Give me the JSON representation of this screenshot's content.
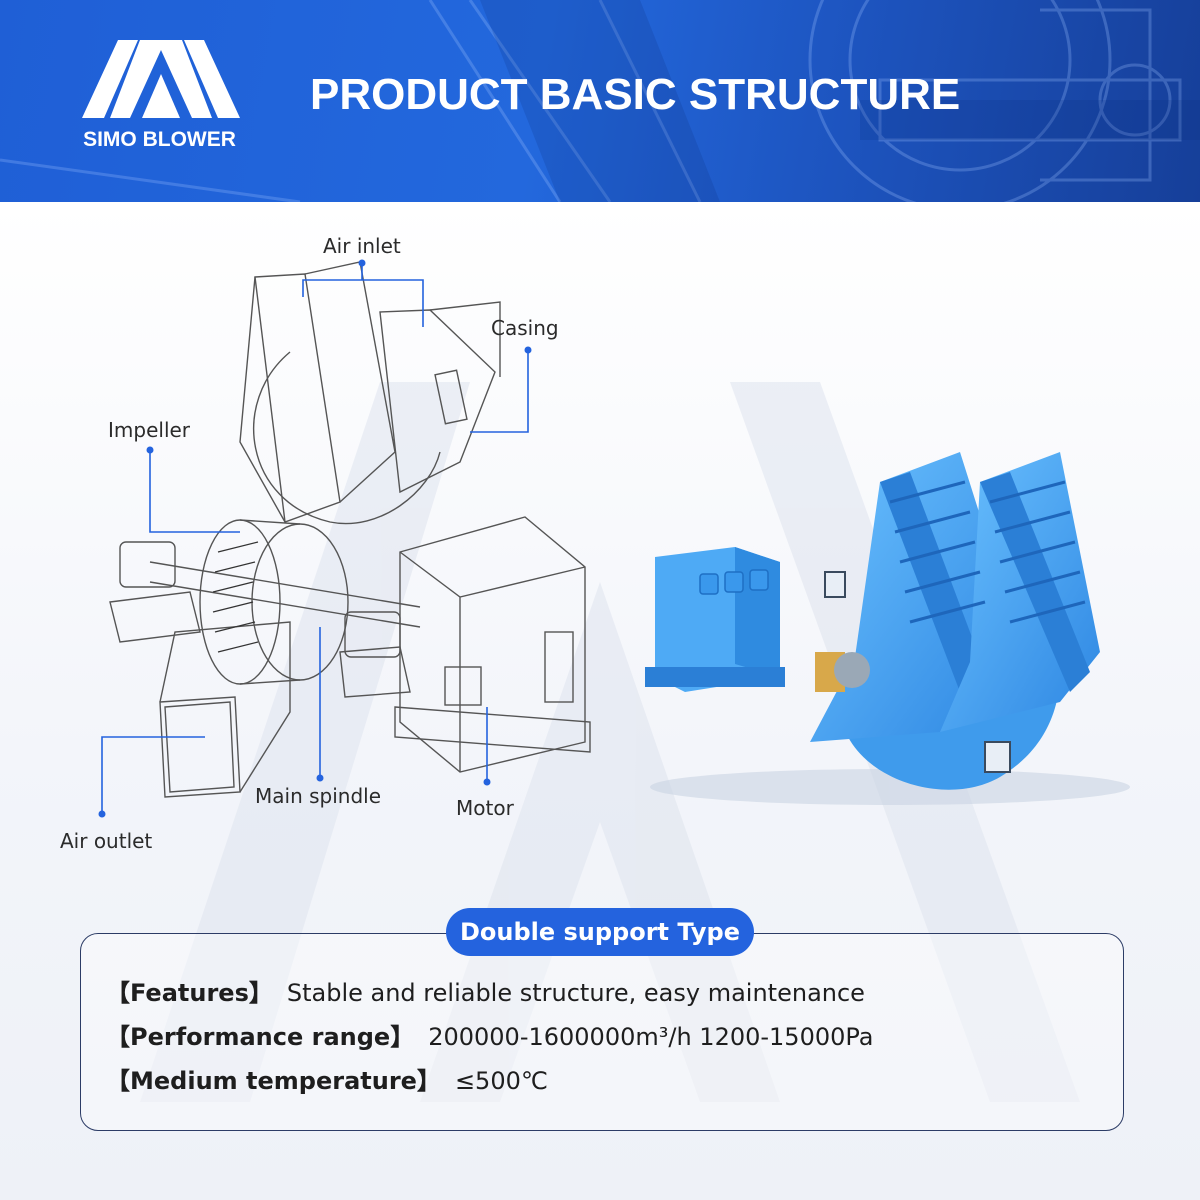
{
  "header": {
    "brand_name": "SIMO BLOWER",
    "title": "PRODUCT BASIC STRUCTURE"
  },
  "diagram": {
    "labels": {
      "air_inlet": "Air inlet",
      "casing": "Casing",
      "impeller": "Impeller",
      "main_spindle": "Main spindle",
      "motor": "Motor",
      "air_outlet": "Air outlet"
    }
  },
  "spec": {
    "type_label": "Double support Type",
    "rows": [
      {
        "key": "【Features】",
        "value": "Stable and reliable structure, easy maintenance"
      },
      {
        "key": "【Performance range】",
        "value": "200000-1600000m³/h  1200-15000Pa"
      },
      {
        "key": "【Medium temperature】",
        "value": "≤500℃"
      }
    ]
  },
  "colors": {
    "brand_blue": "#2463de",
    "header_blue": "#1f5fd6",
    "callout_line": "#2463de",
    "machine_blue": "#3fa0f0"
  }
}
